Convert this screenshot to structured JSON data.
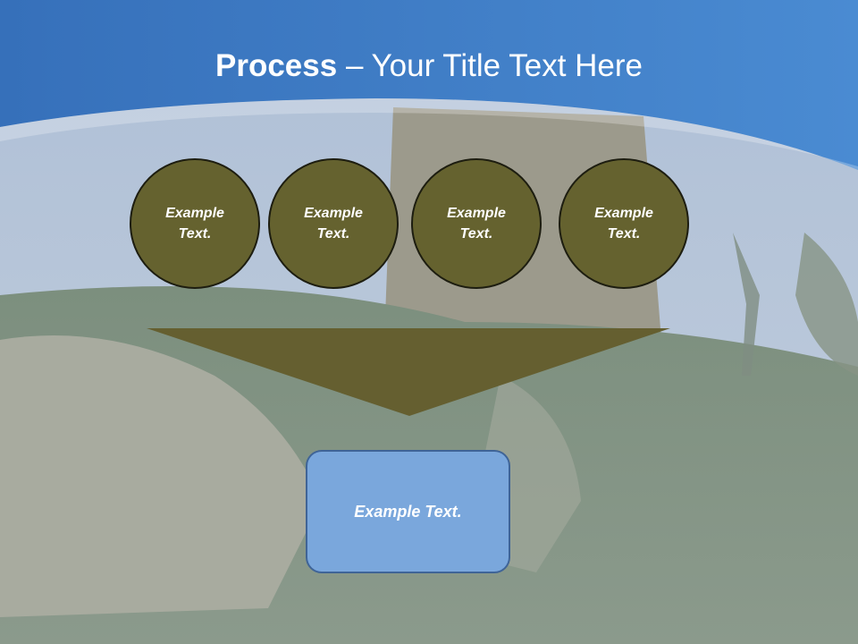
{
  "title": {
    "bold": "Process",
    "rest": " – Your Title Text Here"
  },
  "circles": [
    {
      "label": "Example\nText."
    },
    {
      "label": "Example\nText."
    },
    {
      "label": "Example\nText."
    },
    {
      "label": "Example\nText."
    }
  ],
  "result": {
    "label": "Example Text."
  },
  "colors": {
    "header": "#3b74c0",
    "circle": "#65622f",
    "arrow": "#655f30",
    "box": "#7aa7dc"
  }
}
